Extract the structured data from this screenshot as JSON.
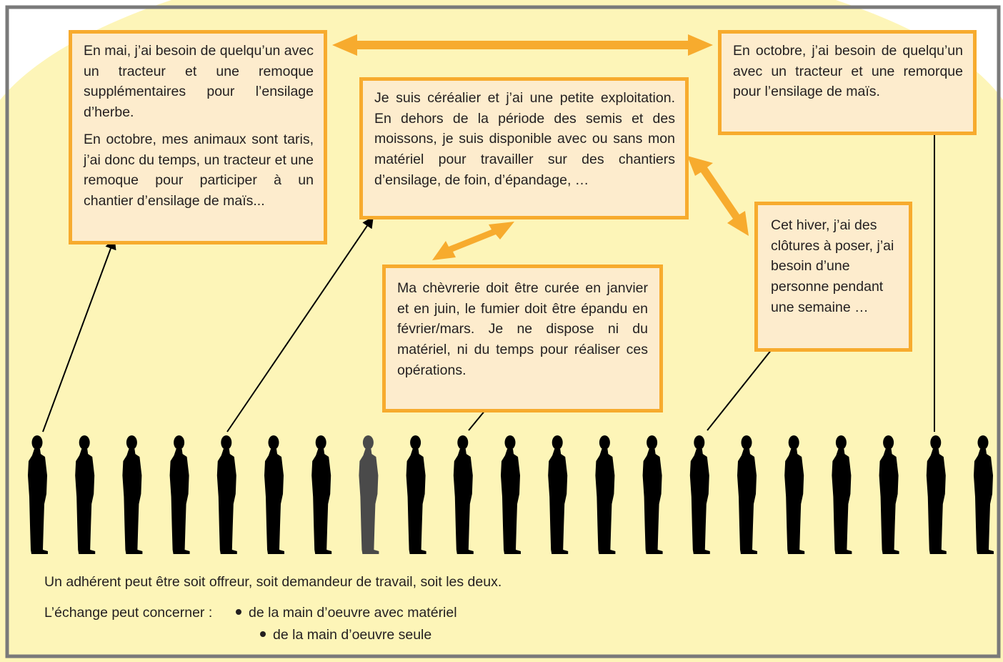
{
  "colors": {
    "background_yellow": "#fdf5b8",
    "box_fill": "#fdeccd",
    "box_border": "#f7ab2e",
    "frame": "#7a7a7a",
    "silhouette": "#000000",
    "silhouette_highlight": "#4a4a4a"
  },
  "boxes": {
    "may_farmer": {
      "p1": "En mai, j’ai besoin de quelqu’un avec un tracteur et une remoque supplémentaires pour l’ensilage d’herbe.",
      "p2": "En octobre, mes animaux sont taris, j’ai donc du temps, un tracteur et une remoque pour participer à un chantier d’ensilage de maïs..."
    },
    "cereal_farmer": {
      "text": "Je suis céréalier et j’ai une petite exploitation. En dehors de la période des semis et des moissons, je suis disponible avec ou sans mon matériel pour travailler sur des chantiers d’ensilage, de foin, d’épandage, …"
    },
    "goat_farmer": {
      "text": "Ma chèvrerie doit être curée en janvier et en juin, le fumier doit être épandu en février/mars. Je ne dispose ni du matériel, ni du temps pour réaliser ces opérations."
    },
    "october_farmer": {
      "text": "En octobre, j’ai besoin de quelqu’un avec un tracteur et une remorque pour l’ensilage de maïs."
    },
    "winter_farmer": {
      "text": "Cet hiver, j’ai des clôtures à poser, j’ai besoin d’une personne pendant une semaine …"
    }
  },
  "people": {
    "count": 21,
    "highlighted_index": 7
  },
  "captions": {
    "members": "Un adhérent peut être soit offreur, soit demandeur de travail, soit les deux.",
    "exchange_label": "L’échange peut concerner :",
    "bullets": [
      "de la main d’oeuvre avec matériel",
      "de la main d’oeuvre seule"
    ]
  }
}
